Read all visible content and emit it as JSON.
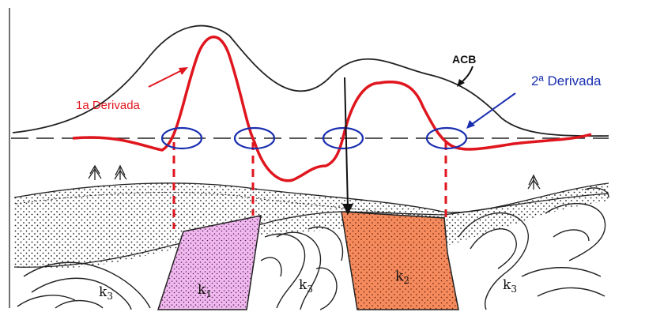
{
  "labels": {
    "acb": "ACB",
    "first_derivative": "1a Derivada",
    "second_derivative": "2ª Derivada"
  },
  "units": [
    {
      "base": "k",
      "sub": "3"
    },
    {
      "base": "k",
      "sub": "1"
    },
    {
      "base": "k",
      "sub": "3"
    },
    {
      "base": "k",
      "sub": "2"
    },
    {
      "base": "k",
      "sub": "3"
    }
  ],
  "colors": {
    "derivative_curve": "#e0161e",
    "zero_crossing_circles": "#1a2fb0",
    "arrow_2nd_derivative": "#1a2fb0",
    "acb_curve": "#222222",
    "k1_body": "#f2b8f0",
    "k2_body": "#f58a5c"
  },
  "icons": [
    "tree-icon",
    "tree-icon",
    "tree-icon"
  ]
}
